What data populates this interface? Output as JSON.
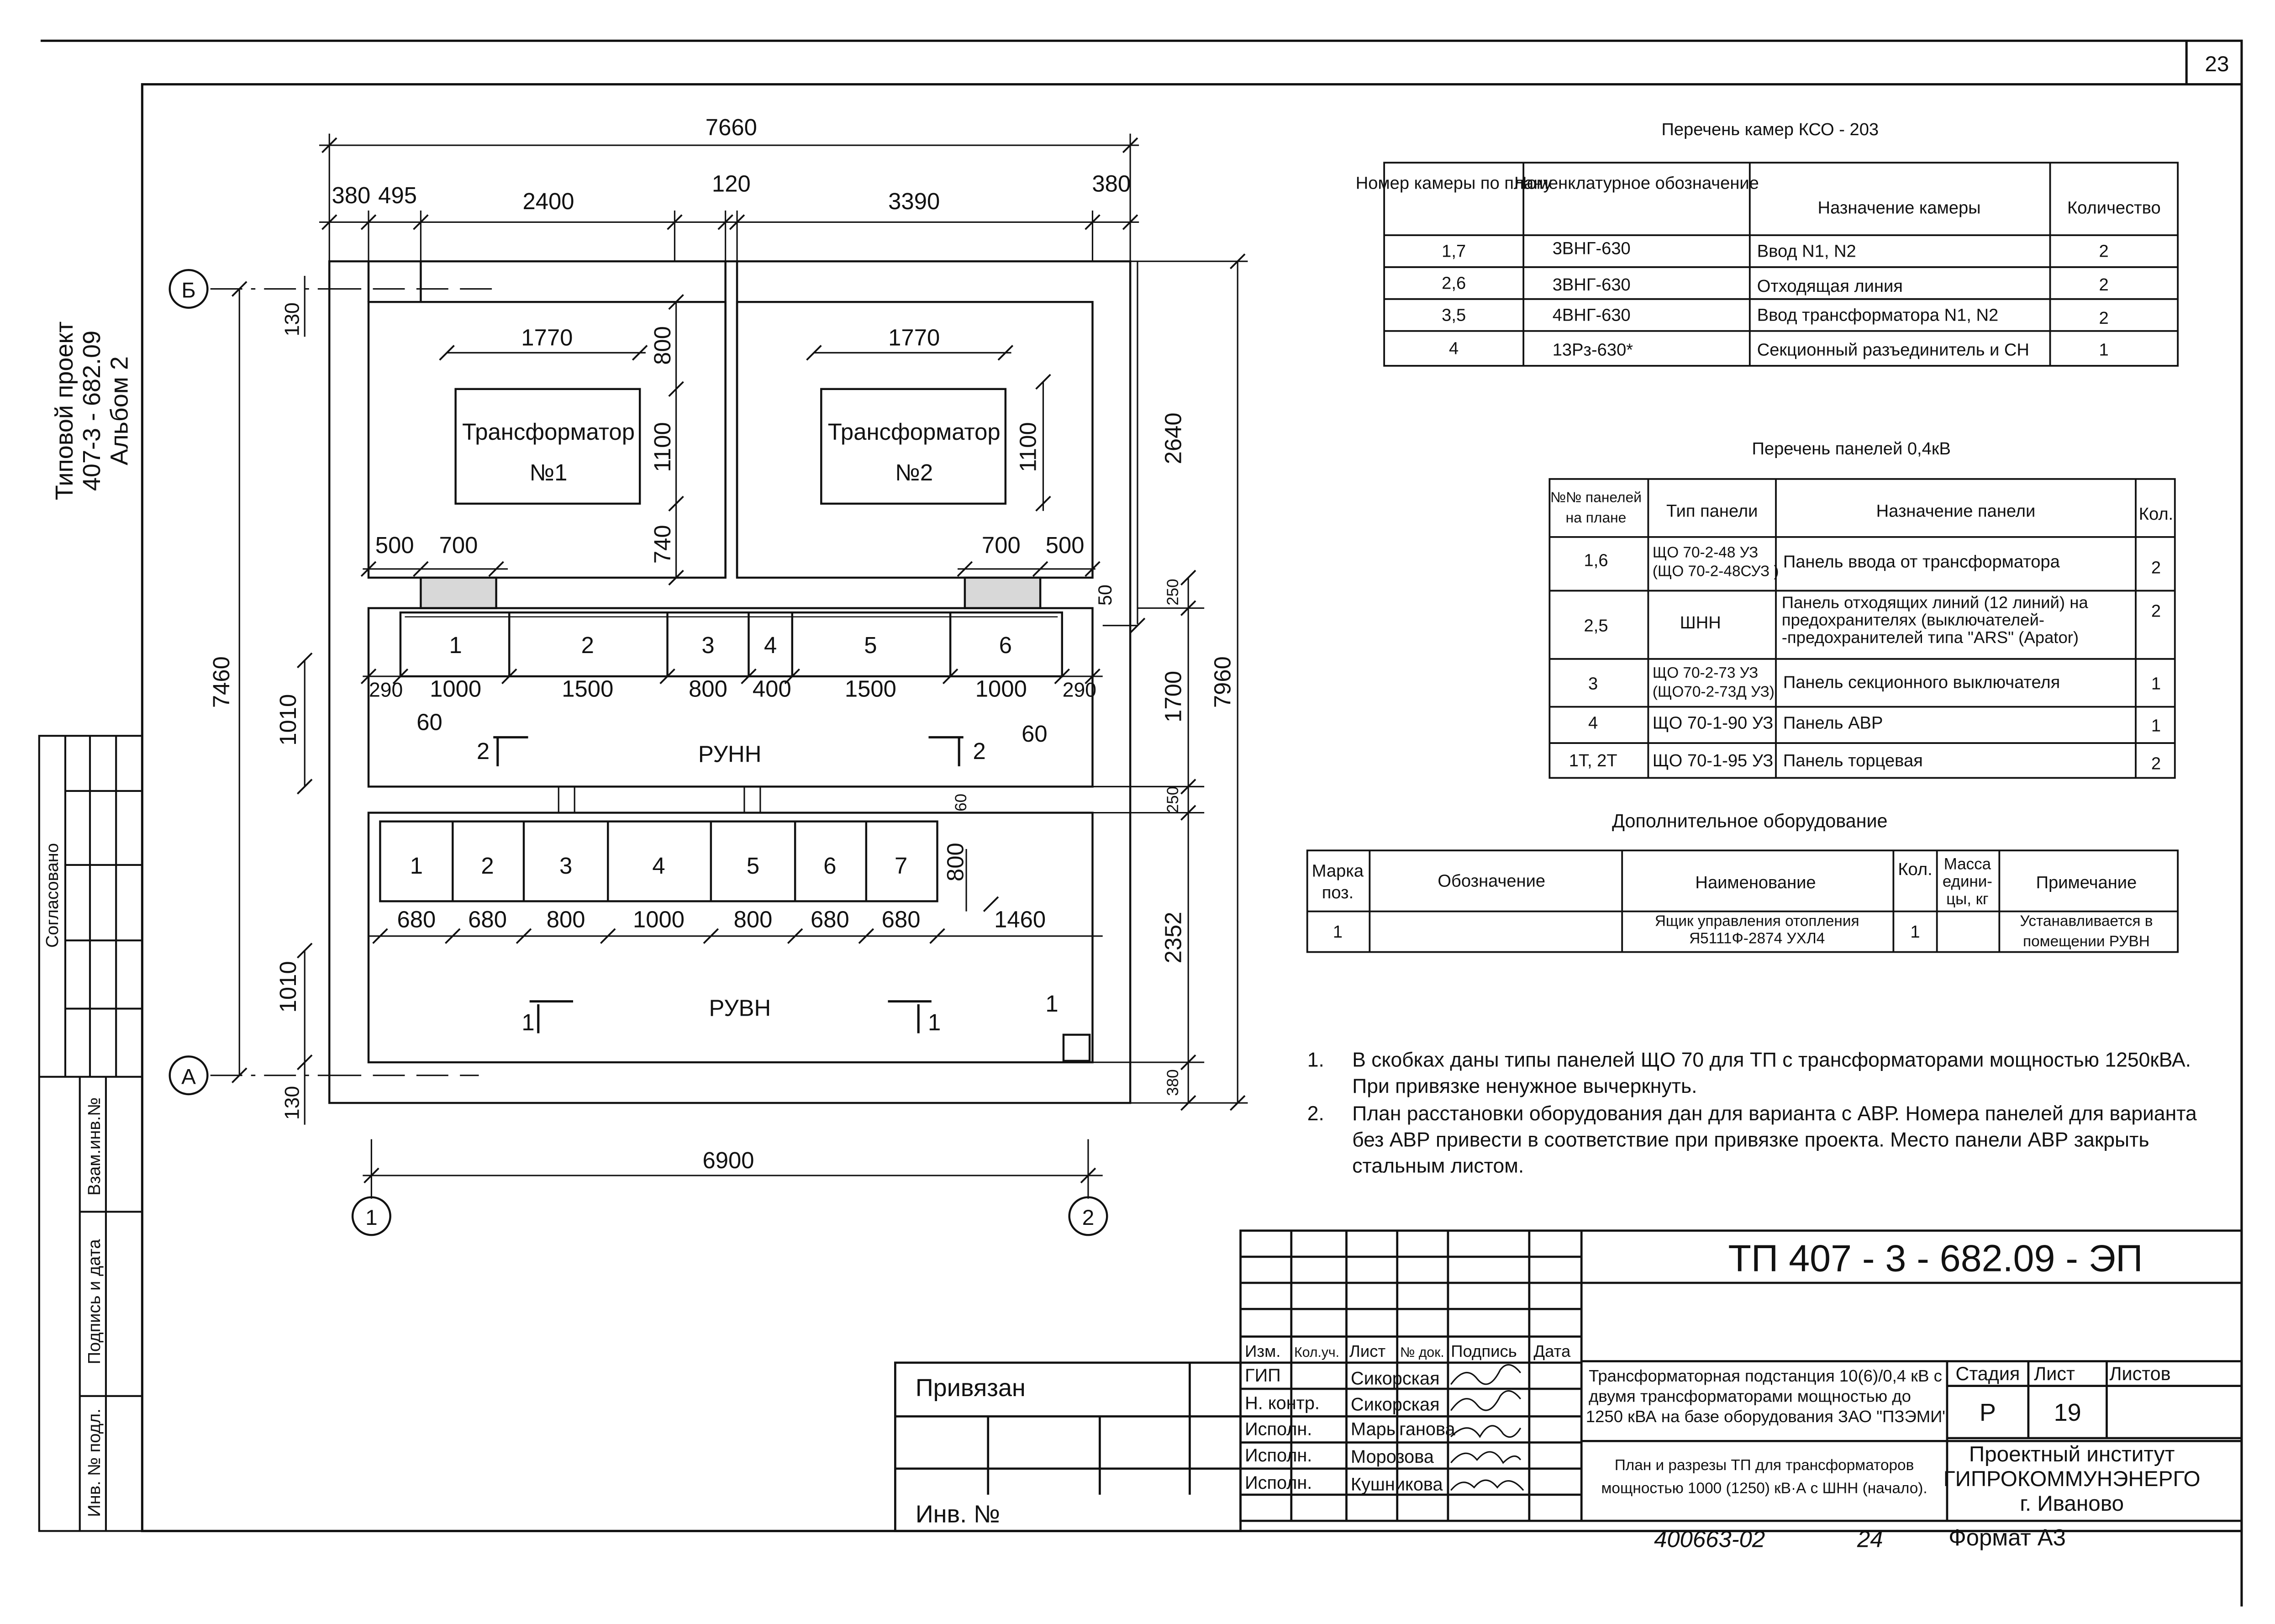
{
  "sheet": {
    "number": "23",
    "side_title": [
      "Типовой проект",
      "407-3 - 682.09",
      "Альбом 2"
    ],
    "agreed": "Согласовано",
    "side_labels": [
      "Взам.инв.№",
      "Подпись и дата",
      "Инв. № подл."
    ]
  },
  "plan": {
    "overall_width": "7660",
    "top_dims": [
      "380",
      "495",
      "2400",
      "120",
      "3390",
      "380"
    ],
    "transformers": [
      {
        "name": "Трансформатор",
        "num": "№1"
      },
      {
        "name": "Трансформатор",
        "num": "№2"
      }
    ],
    "dims_transformer": [
      "1770",
      "800",
      "1100",
      "740",
      "500",
      "700",
      "1770",
      "1100",
      "700",
      "500"
    ],
    "dims_right": [
      "2640",
      "50",
      "250",
      "1700",
      "250",
      "2352",
      "380",
      "7960"
    ],
    "dims_left": [
      "7460",
      "130",
      "1010",
      "1010",
      "130"
    ],
    "rynn": {
      "label": "РУНН",
      "cells": [
        "1",
        "2",
        "3",
        "4",
        "5",
        "6"
      ],
      "dims": [
        "290",
        "1000",
        "1500",
        "800",
        "400",
        "1500",
        "1000",
        "290"
      ],
      "gap_dims": [
        "60",
        "60"
      ],
      "section_marks": [
        "2",
        "2"
      ]
    },
    "ruvn": {
      "label": "РУВН",
      "cells": [
        "1",
        "2",
        "3",
        "4",
        "5",
        "6",
        "7"
      ],
      "dims": [
        "680",
        "680",
        "800",
        "1000",
        "800",
        "680",
        "680"
      ],
      "extra_dims": [
        "60",
        "800",
        "1460"
      ],
      "section_marks": [
        "1",
        "1"
      ],
      "equipment_mark": "1"
    },
    "axes": {
      "rows": [
        "Б",
        "А"
      ],
      "cols": [
        "1",
        "2"
      ],
      "bottom_dim": "6900"
    }
  },
  "kso_table": {
    "title": "Перечень  камер  КСО - 203",
    "headers": [
      "Номер камеры по плану",
      "Номенклатурное обозначение",
      "Назначение  камеры",
      "Количество"
    ],
    "rows": [
      [
        "1,7",
        "3ВНГ-630",
        "Ввод  N1, N2",
        "2"
      ],
      [
        "2,6",
        "3ВНГ-630",
        "Отходящая  линия",
        "2"
      ],
      [
        "3,5",
        "4ВНГ-630",
        "Ввод трансформатора N1, N2",
        "2"
      ],
      [
        "4",
        "13Рз-630*",
        "Секционный  разъединитель и СН",
        "1"
      ]
    ]
  },
  "panel_table": {
    "title": "Перечень панелей 0,4кВ",
    "headers": [
      "№№ панелей на плане",
      "Тип панели",
      "Назначение панели",
      "Кол."
    ],
    "rows": [
      [
        "1,6",
        "ЩО 70-2-48 УЗ (ЩО 70-2-48СУЗ )",
        "Панель ввода от трансформатора",
        "2"
      ],
      [
        "2,5",
        "ШНН",
        "Панель отходящих линий (12 линий) на предохранителях (выключателей- -предохранителей типа \"ARS\" (Apator)",
        "2"
      ],
      [
        "3",
        "ЩО 70-2-73 УЗ (ЩО70-2-73Д УЗ)",
        "Панель секционного выключателя",
        "1"
      ],
      [
        "4",
        "ЩО 70-1-90 УЗ",
        "Панель АВР",
        "1"
      ],
      [
        "1Т, 2Т",
        "ЩО 70-1-95 УЗ",
        "Панель торцевая",
        "2"
      ]
    ]
  },
  "extra_table": {
    "title": "Дополнительное оборудование",
    "headers": [
      "Марка поз.",
      "Обозначение",
      "Наименование",
      "Кол.",
      "Масса едини- цы, кг",
      "Примечание"
    ],
    "rows": [
      [
        "1",
        "",
        "Ящик управления отопления Я5111Ф-2874 УХЛ4",
        "1",
        "",
        "Устанавливается в помещении РУВН"
      ]
    ]
  },
  "notes": [
    {
      "n": "1.",
      "lines": [
        "В скобках даны типы панелей ЩО 70 для ТП с трансформаторами мощностью 1250кВА.",
        "При привязке ненужное вычеркнуть."
      ]
    },
    {
      "n": "2.",
      "lines": [
        "План расстановки оборудования дан для варианта с АВР. Номера панелей для варианта",
        "без АВР привести в соответствие при привязке проекта. Место панели АВР закрыть",
        "стальным листом."
      ]
    }
  ],
  "stamp": {
    "doc_code": "ТП  407 - 3 - 682.09 - ЭП",
    "privyazan": "Привязан",
    "inv": "Инв. №",
    "rev_headers": [
      "Изм.",
      "Кол.уч.",
      "Лист",
      "№ док.",
      "Подпись",
      "Дата"
    ],
    "people": [
      {
        "role": "ГИП",
        "name": "Сикорская"
      },
      {
        "role": "Н. контр.",
        "name": "Сикорская"
      },
      {
        "role": "Исполн.",
        "name": "Марыганова"
      },
      {
        "role": "Исполн.",
        "name": "Морозова"
      },
      {
        "role": "Исполн.",
        "name": "Кушникова"
      }
    ],
    "project_title": [
      "Трансформаторная подстанция 10(6)/0,4 кВ с",
      "двумя трансформаторами мощностью до",
      "1250 кВА на базе оборудования ЗАО \"ПЗЭМИ\""
    ],
    "sheet_title": [
      "План и разрезы ТП для трансформаторов",
      "мощностью 1000 (1250) кВ·А  с ШНН (начало)."
    ],
    "stage_headers": [
      "Стадия",
      "Лист",
      "Листов"
    ],
    "stage": "Р",
    "sheet_no": "19",
    "org": [
      "Проектный институт",
      "ГИПРОКОММУНЭНЕРГО",
      "г. Иваново"
    ],
    "handwritten_code": "400663-02",
    "handwritten_page": "24",
    "format": "Формат А3"
  }
}
